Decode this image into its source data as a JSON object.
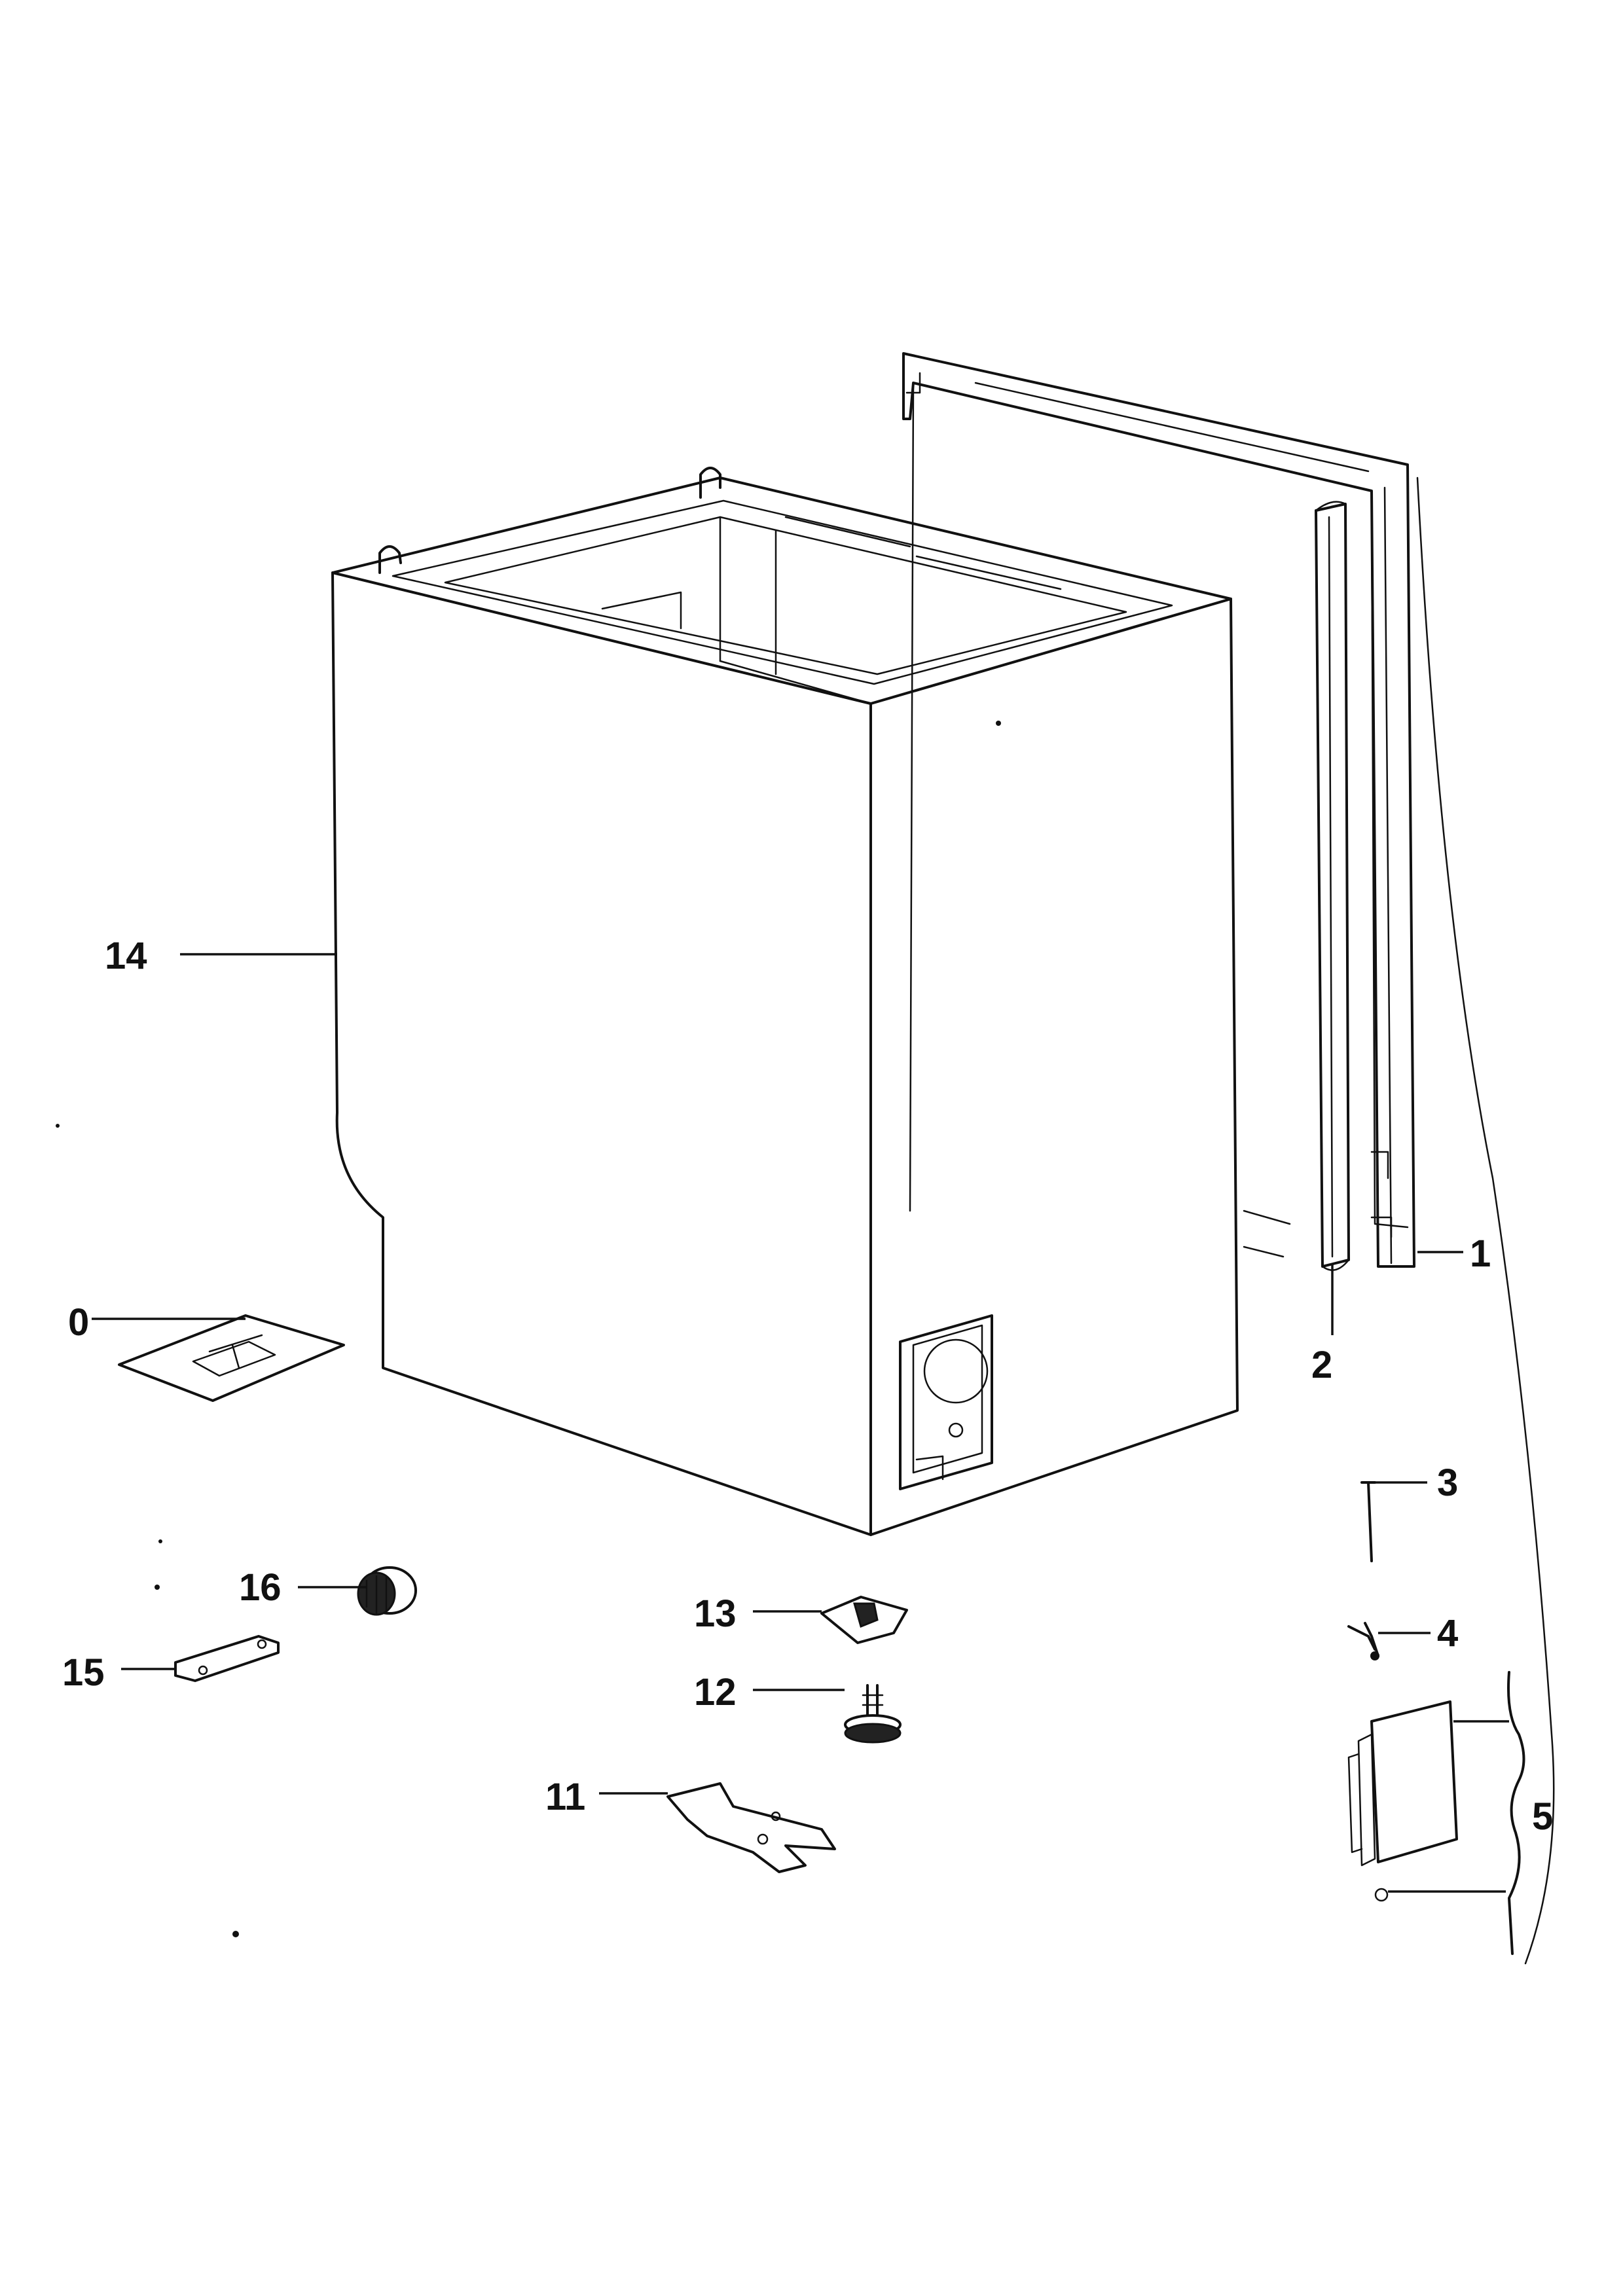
{
  "callouts": [
    {
      "id": "0",
      "label": "0"
    },
    {
      "id": "1",
      "label": "1"
    },
    {
      "id": "2",
      "label": "2"
    },
    {
      "id": "3",
      "label": "3"
    },
    {
      "id": "4",
      "label": "4"
    },
    {
      "id": "5",
      "label": "5"
    },
    {
      "id": "11",
      "label": "11"
    },
    {
      "id": "12",
      "label": "12"
    },
    {
      "id": "13",
      "label": "13"
    },
    {
      "id": "14",
      "label": "14"
    },
    {
      "id": "15",
      "label": "15"
    },
    {
      "id": "16",
      "label": "16"
    }
  ]
}
